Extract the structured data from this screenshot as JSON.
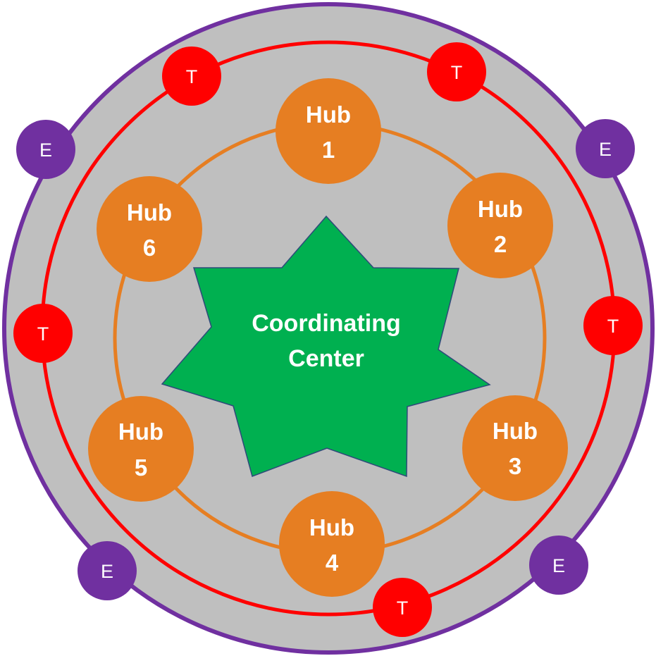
{
  "colors": {
    "outer_ring": "#7030a0",
    "background": "#bfbfbf",
    "middle_ring": "#ff0000",
    "inner_ring": "#e67e22",
    "hub": "#e67e22",
    "star": "#00b050",
    "star_outline": "#2e4a7a",
    "e_node": "#7030a0",
    "t_node": "#ff0000",
    "text": "#ffffff"
  },
  "center": {
    "line1": "Coordinating",
    "line2": "Center"
  },
  "hubs": [
    {
      "word": "Hub",
      "number": "1"
    },
    {
      "word": "Hub",
      "number": "2"
    },
    {
      "word": "Hub",
      "number": "3"
    },
    {
      "word": "Hub",
      "number": "4"
    },
    {
      "word": "Hub",
      "number": "5"
    },
    {
      "word": "Hub",
      "number": "6"
    }
  ],
  "t_nodes": [
    {
      "label": "T"
    },
    {
      "label": "T"
    },
    {
      "label": "T"
    },
    {
      "label": "T"
    },
    {
      "label": "T"
    }
  ],
  "e_nodes": [
    {
      "label": "E"
    },
    {
      "label": "E"
    },
    {
      "label": "E"
    },
    {
      "label": "E"
    }
  ]
}
